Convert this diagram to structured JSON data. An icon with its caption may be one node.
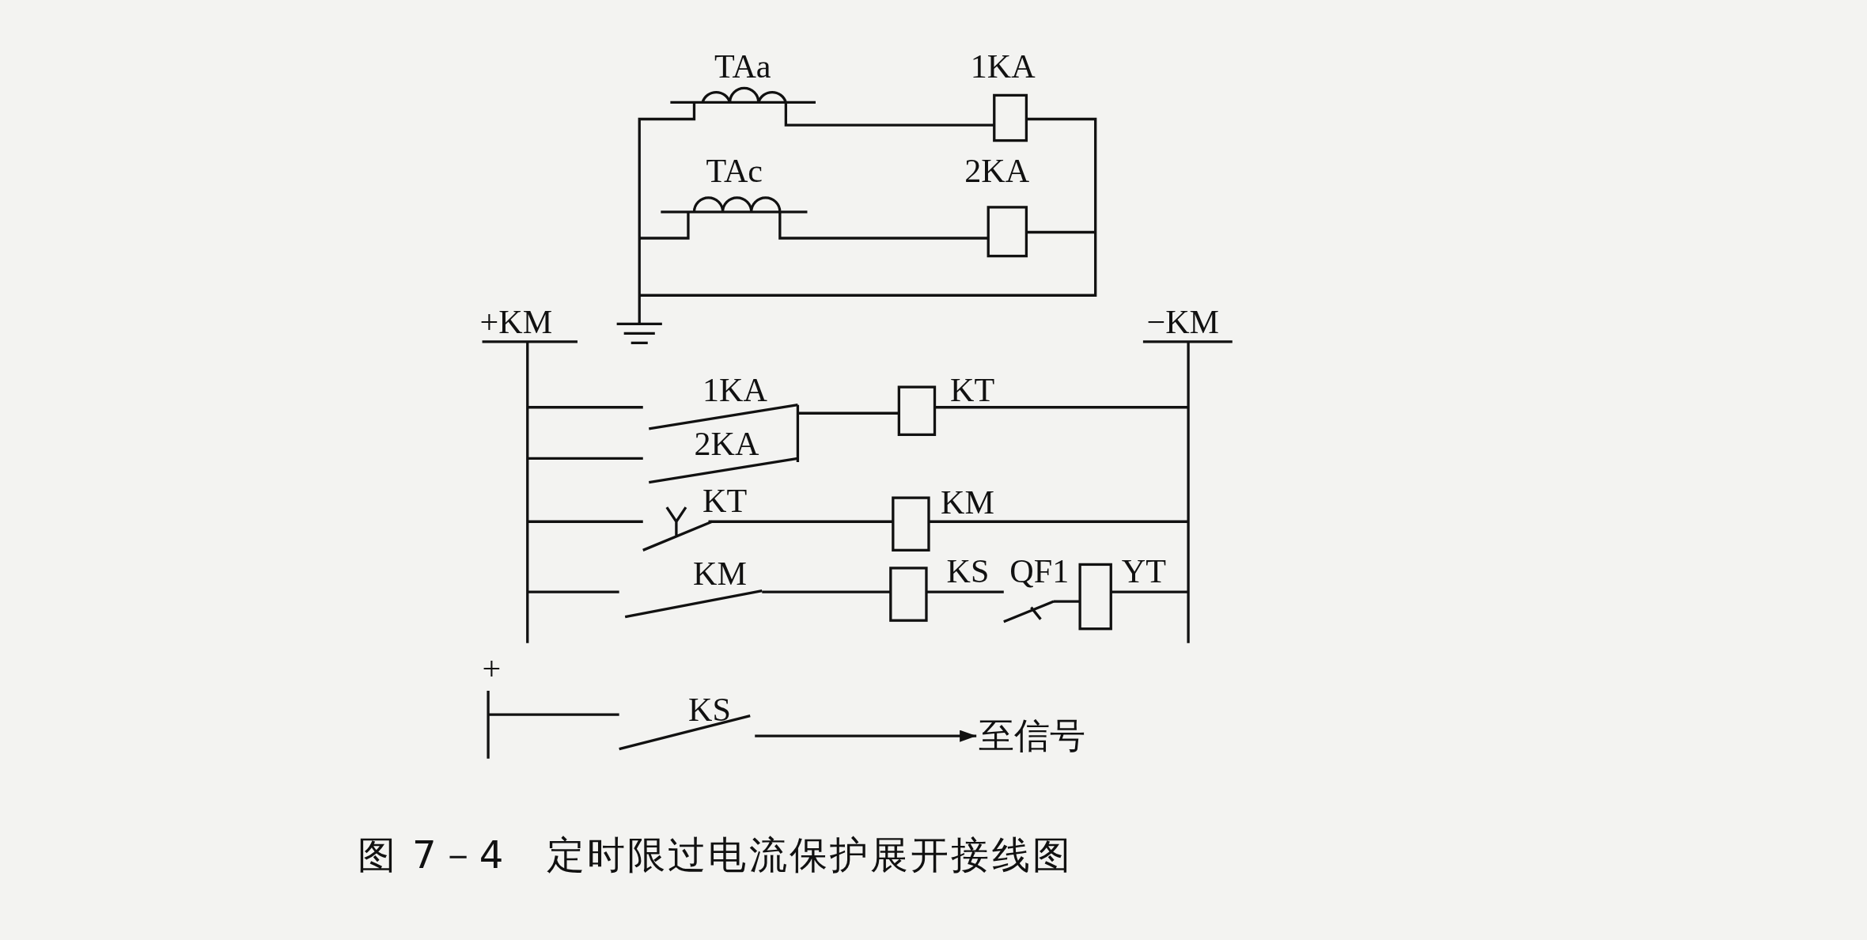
{
  "diagram": {
    "caption": "图 7－4　定时限过电流保护展开接线图",
    "nodes": [
      {
        "text": [],
        "shape": "switch"
      },
      {
        "text": [
          "至信号"
        ]
      }
    ],
    "edges": [
      {
        "from": 0,
        "to": 1,
        "arrow": "to"
      }
    ],
    "labels": [
      "TAa",
      "1KA",
      "TAc",
      "2KA",
      "+KM",
      "−KM",
      "1KA",
      "KT",
      "2KA",
      "KT",
      "KM",
      "KM",
      "KS",
      "QF1",
      "YT",
      "+",
      "KS"
    ]
  }
}
